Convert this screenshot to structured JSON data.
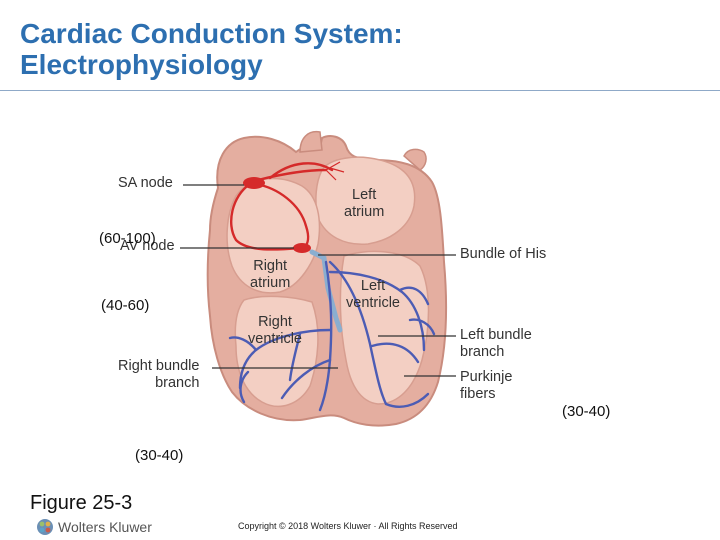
{
  "slide": {
    "title_line1": "Cardiac Conduction System:",
    "title_line2": "Electrophysiology",
    "figure_label": "Figure 25-3",
    "copyright": "Copyright © 2018 Wolters Kluwer · All Rights Reserved",
    "publisher": "Wolters Kluwer"
  },
  "diagram": {
    "labels": {
      "sa_node": "SA node",
      "av_node": "AV node",
      "left_atrium": [
        "Left",
        "atrium"
      ],
      "right_atrium": [
        "Right",
        "atrium"
      ],
      "left_ventricle": [
        "Left",
        "ventricle"
      ],
      "right_ventricle": [
        "Right",
        "ventricle"
      ],
      "bundle_of_his": "Bundle of His",
      "left_bundle_branch": [
        "Left bundle",
        "branch"
      ],
      "right_bundle_branch": [
        "Right bundle",
        "branch"
      ],
      "purkinje_fibers": [
        "Purkinje",
        "fibers"
      ]
    },
    "rates": {
      "sa": "(60-100)",
      "av": "(40-60)",
      "purkinje_right": "(30-40)",
      "purkinje_bottom": "(30-40)"
    }
  },
  "colors": {
    "title": "#2d6fb0",
    "heart_outer": "#e4aea0",
    "heart_inner": "#f3cfc3",
    "conduction_red": "#d52a2a",
    "purkinje_blue": "#4c5cb4",
    "his_bundle": "#8aaed0"
  }
}
